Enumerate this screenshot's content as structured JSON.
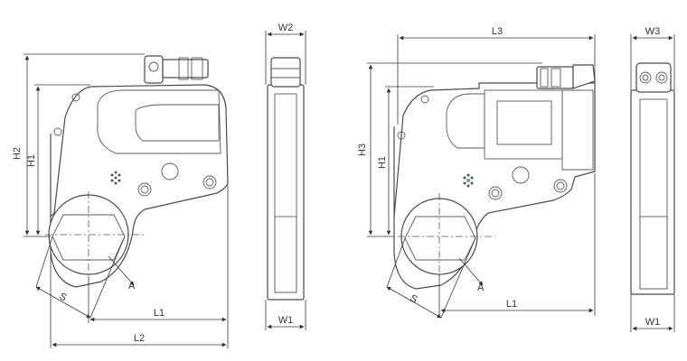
{
  "labels": {
    "L1": "L1",
    "L2": "L2",
    "L3": "L3",
    "H1": "H1",
    "H2": "H2",
    "H3": "H3",
    "W1": "W1",
    "W2": "W2",
    "W3": "W3",
    "S": "S",
    "A": "A"
  }
}
